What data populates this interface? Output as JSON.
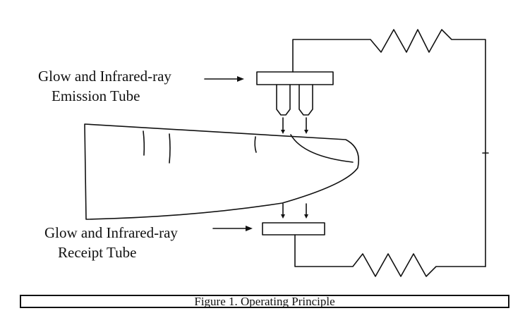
{
  "labels": {
    "emission_line1": "Glow and Infrared-ray",
    "emission_line2": "Emission  Tube",
    "receipt_line1": "Glow and Infrared-ray",
    "receipt_line2": "Receipt Tube"
  },
  "caption": "Figure 1. Operating Principle",
  "colors": {
    "stroke": "#111111",
    "background": "#ffffff"
  }
}
